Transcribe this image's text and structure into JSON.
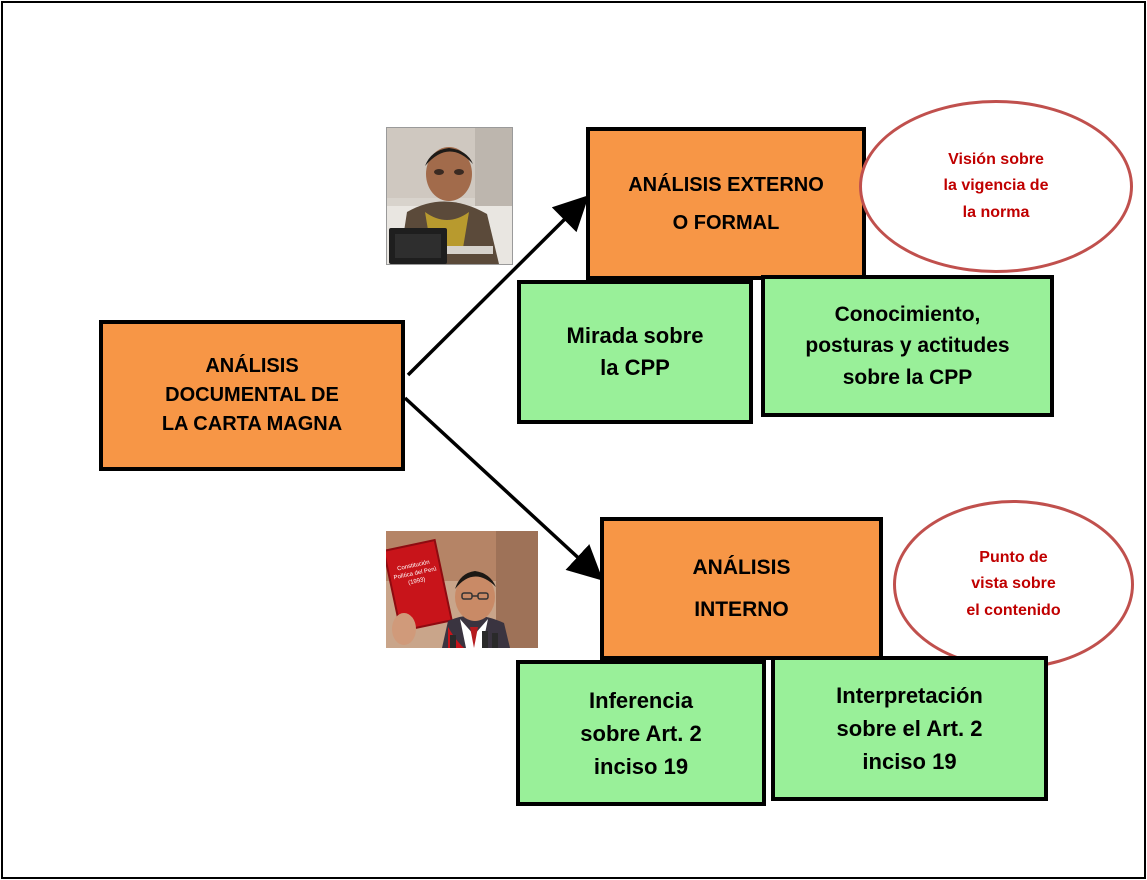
{
  "diagram": {
    "root": {
      "lines": [
        "ANÁLISIS",
        "DOCUMENTAL DE",
        "LA CARTA MAGNA"
      ]
    },
    "externo": {
      "title_lines": [
        "ANÁLISIS EXTERNO",
        "O FORMAL"
      ],
      "note_lines": [
        "Visión sobre",
        "la vigencia de",
        "la norma"
      ],
      "children": [
        {
          "lines": [
            "Mirada sobre",
            "la CPP"
          ]
        },
        {
          "lines": [
            "Conocimiento,",
            "posturas y actitudes",
            "sobre la CPP"
          ]
        }
      ]
    },
    "interno": {
      "title_lines": [
        "ANÁLISIS",
        "INTERNO"
      ],
      "note_lines": [
        "Punto de",
        "vista sobre",
        "el contenido"
      ],
      "children": [
        {
          "lines": [
            "Inferencia",
            "sobre Art. 2",
            "inciso 19"
          ]
        },
        {
          "lines": [
            "Interpretación",
            "sobre el Art. 2",
            "inciso 19"
          ]
        }
      ]
    },
    "photo_book_lines": [
      "Constitución",
      "Política del Perú",
      "(1993)"
    ]
  },
  "colors": {
    "box_orange": "#f79646",
    "box_green": "#99f099",
    "note_border": "#c0504d",
    "note_text": "#c00000"
  }
}
